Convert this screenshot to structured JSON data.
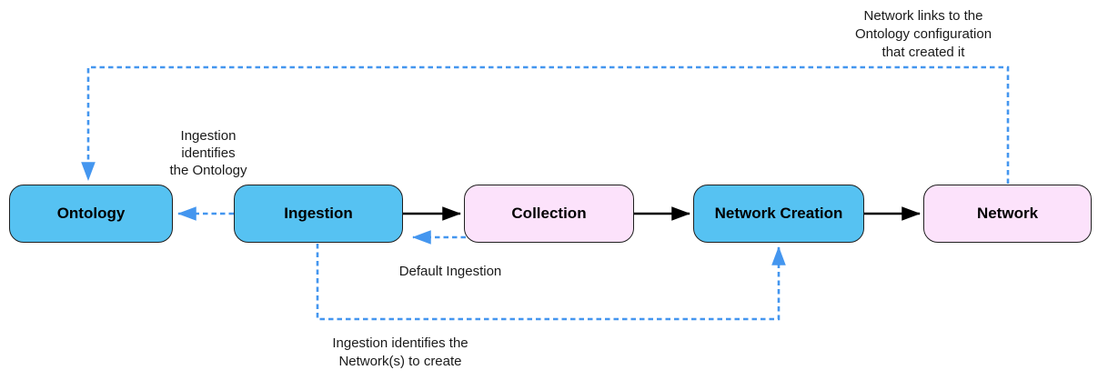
{
  "diagram": {
    "colors": {
      "node_fill_blue": "#56c2f2",
      "node_fill_pink": "#fce2fb",
      "node_border": "#1f1f1f",
      "solid_arrow": "#000000",
      "dashed_arrow": "#4496ef",
      "annotation_text": "#1a1a1a",
      "background": "#ffffff"
    },
    "nodes": [
      {
        "id": "ontology",
        "label": "Ontology",
        "fill": "blue"
      },
      {
        "id": "ingestion",
        "label": "Ingestion",
        "fill": "blue"
      },
      {
        "id": "collection",
        "label": "Collection",
        "fill": "pink"
      },
      {
        "id": "network_creation",
        "label": "Network Creation",
        "fill": "blue"
      },
      {
        "id": "network",
        "label": "Network",
        "fill": "pink"
      }
    ],
    "solid_edges": [
      {
        "from": "Ingestion",
        "to": "Collection"
      },
      {
        "from": "Collection",
        "to": "Network Creation"
      },
      {
        "from": "Network Creation",
        "to": "Network"
      }
    ],
    "dashed_edges": [
      {
        "from": "Ingestion",
        "to": "Ontology",
        "label": "Ingestion\nidentifies\nthe Ontology"
      },
      {
        "from": "Collection",
        "to": "Ingestion",
        "label": "Default Ingestion"
      },
      {
        "from": "Ingestion",
        "to": "Network Creation",
        "label": "Ingestion identifies the\nNetwork(s) to create"
      },
      {
        "from": "Network",
        "to": "Ontology",
        "label": "Network links to the\nOntology configuration\nthat created it"
      }
    ]
  }
}
